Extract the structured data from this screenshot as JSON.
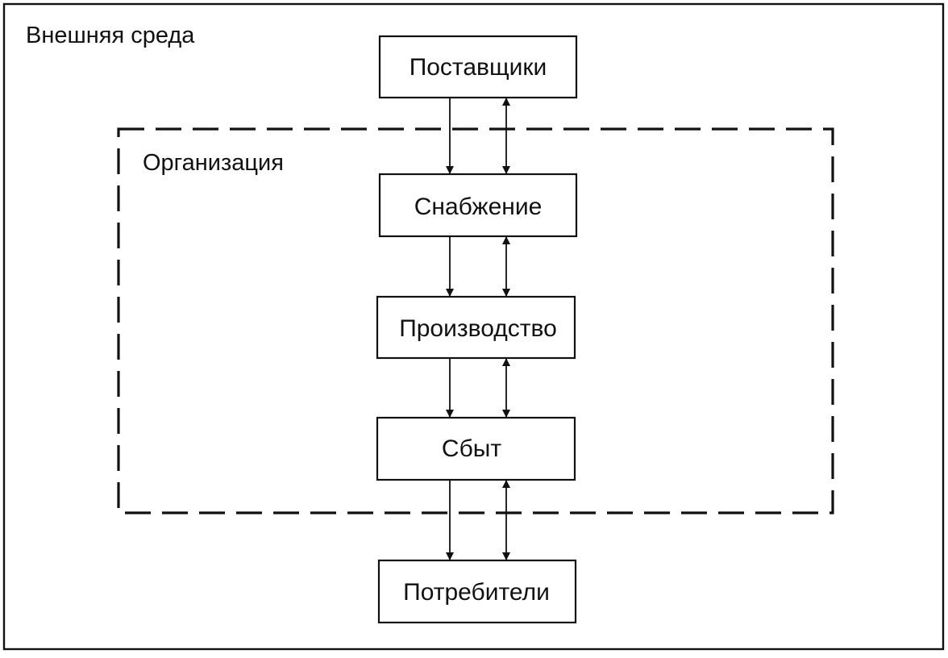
{
  "diagram": {
    "environment": {
      "label": "Внешняя среда"
    },
    "organization": {
      "label": "Организация"
    },
    "nodes": [
      {
        "id": "suppliers",
        "label": "Поставщики"
      },
      {
        "id": "procurement",
        "label": "Снабжение"
      },
      {
        "id": "production",
        "label": "Производство"
      },
      {
        "id": "sales",
        "label": "Сбыт"
      },
      {
        "id": "consumers",
        "label": "Потребители"
      }
    ],
    "edges": [
      {
        "from": "suppliers",
        "to": "procurement",
        "kind": "one-way"
      },
      {
        "from": "suppliers",
        "to": "procurement",
        "kind": "two-way"
      },
      {
        "from": "procurement",
        "to": "production",
        "kind": "one-way"
      },
      {
        "from": "procurement",
        "to": "production",
        "kind": "two-way"
      },
      {
        "from": "production",
        "to": "sales",
        "kind": "one-way"
      },
      {
        "from": "production",
        "to": "sales",
        "kind": "two-way"
      },
      {
        "from": "sales",
        "to": "consumers",
        "kind": "one-way"
      },
      {
        "from": "sales",
        "to": "consumers",
        "kind": "two-way"
      }
    ],
    "colors": {
      "ink": "#111111",
      "paper": "#ffffff"
    }
  }
}
